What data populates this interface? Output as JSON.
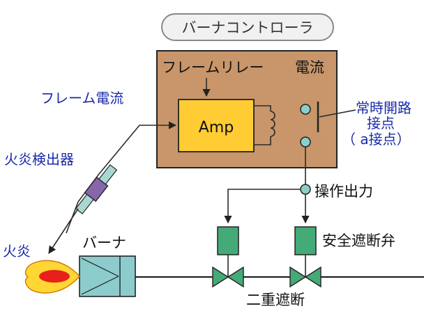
{
  "title": "バーナコントローラ",
  "labels": {
    "flame_relay": "フレームリレー",
    "current": "電流",
    "flame_current": "フレーム電流",
    "amp": "Amp",
    "normally_open_1": "常時開路",
    "normally_open_2": "接点",
    "normally_open_3": "（ a接点）",
    "flame_detector": "火炎検出器",
    "operation_output": "操作出力",
    "safety_valve": "安全遮断弁",
    "flame": "火炎",
    "burner": "バーナ",
    "double_shutoff": "二重遮断"
  },
  "colors": {
    "controller_box": "#c8966a",
    "amp_box": "#ffcc33",
    "contact": "#8ad0c8",
    "burner": "#8ccccc",
    "valve": "#44aa77",
    "label_blue": "#1a2aa8",
    "detector": "#8866aa"
  }
}
